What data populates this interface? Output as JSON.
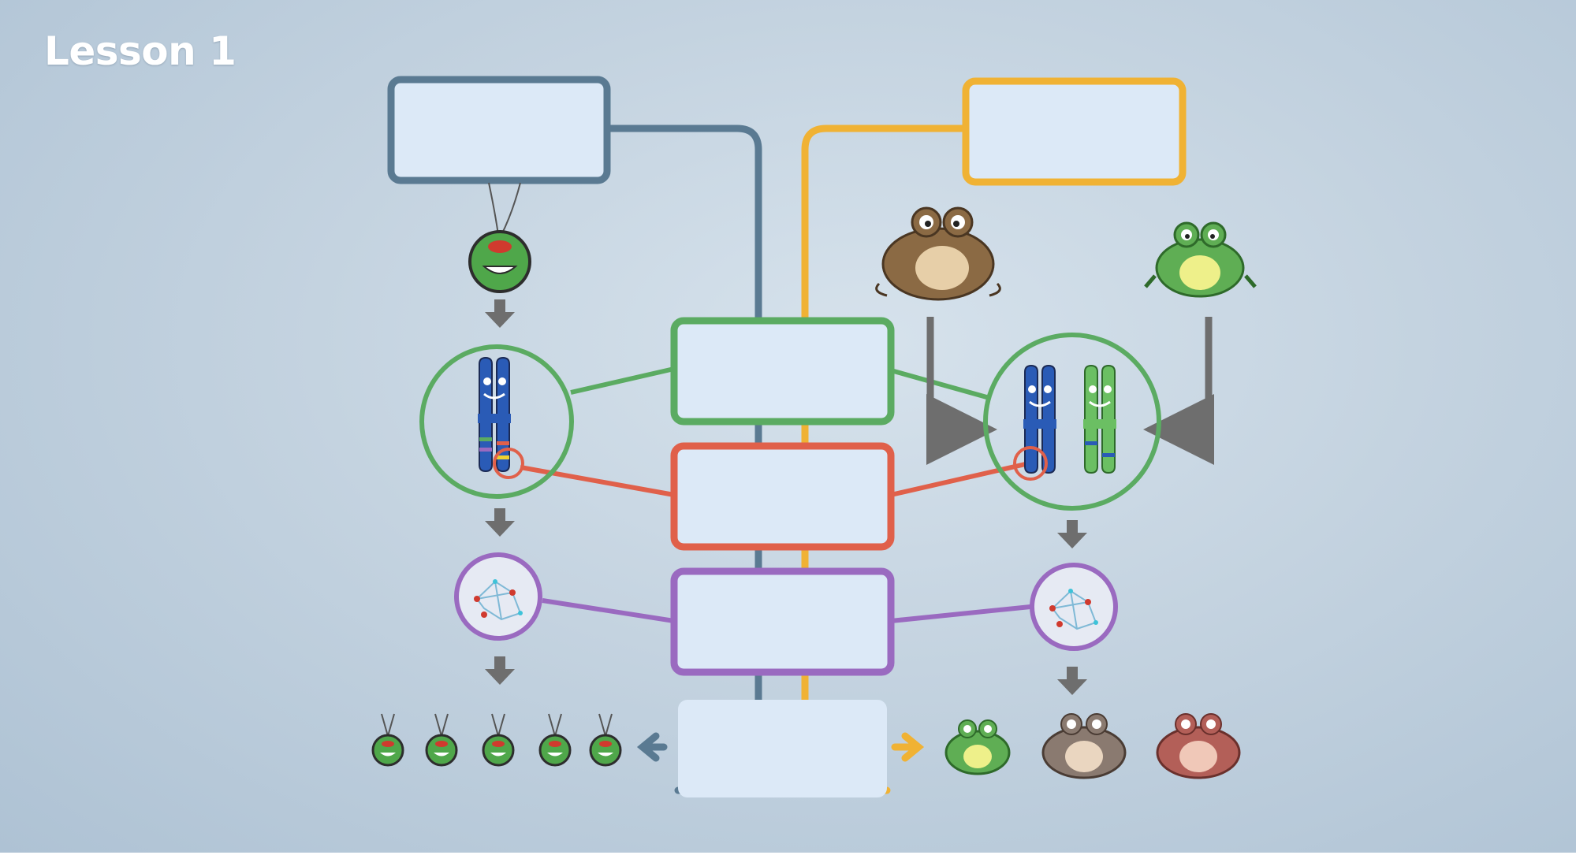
{
  "header": {
    "title": "Lesson 1"
  },
  "diagram": {
    "boxes": [
      {
        "id": "top-left-box",
        "stroke": "#5a7a92",
        "text": ""
      },
      {
        "id": "top-right-box",
        "stroke": "#f0b234",
        "text": ""
      },
      {
        "id": "green-box",
        "stroke": "#5bab62",
        "text": ""
      },
      {
        "id": "red-box",
        "stroke": "#e0604a",
        "text": ""
      },
      {
        "id": "purple-box",
        "stroke": "#9a6ac0",
        "text": ""
      },
      {
        "id": "bottom-box",
        "stroke": "#5a7a92",
        "text": ""
      }
    ],
    "colors": {
      "box_fill": "#dce9f7",
      "blue_line": "#5a7a92",
      "yellow_line": "#f0b234",
      "green_line": "#5bab62",
      "red_line": "#e0604a",
      "purple_line": "#9a6ac0",
      "arrow": "#6e6e6e",
      "brown_toad": "#8b6a44",
      "green_frog": "#5fae54",
      "red_frog": "#b35f58",
      "grey_toad": "#8a7a70"
    },
    "icons": [
      "virus-icon",
      "chromosome-icon",
      "protein-network-icon",
      "brown-toad-icon",
      "green-frog-icon",
      "virus-offspring-icon",
      "frog-offspring-icon"
    ]
  }
}
